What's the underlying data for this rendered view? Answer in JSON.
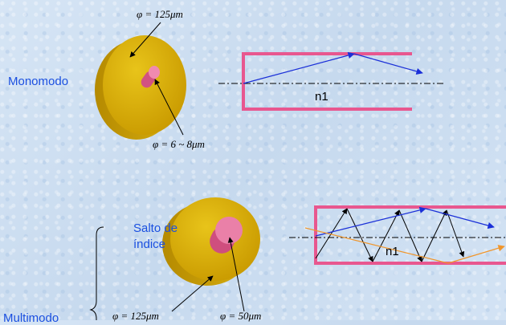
{
  "single_mode": {
    "label": "Monomodo",
    "cladding_diameter": "φ = 125μm",
    "core_diameter": "φ = 6 ~ 8μm",
    "index_label": "n1"
  },
  "multimode": {
    "type_label_line1": "Salto de",
    "type_label_line2": "índice",
    "cladding_diameter": "φ = 125μm",
    "core_diameter": "φ = 50μm",
    "index_label": "n1",
    "section_label": "Multimodo"
  },
  "colors": {
    "fiber_outline": "#e8578f",
    "cladding": "#d4a800",
    "core": "#e0608c",
    "ray_primary": "#1a2fd8",
    "ray_secondary": "#f0962c",
    "ray_mode": "#000000"
  }
}
